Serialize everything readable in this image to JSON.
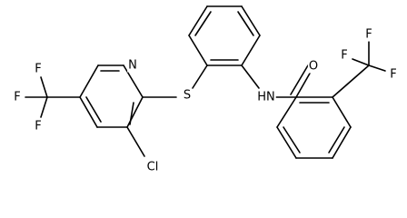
{
  "atoms": {
    "N_pyridine": "N",
    "S": "S",
    "Cl": "Cl",
    "F1": "F",
    "F2": "F",
    "F3": "F",
    "NH": "HN",
    "O": "O",
    "F4": "F",
    "F5": "F",
    "F6": "F"
  }
}
